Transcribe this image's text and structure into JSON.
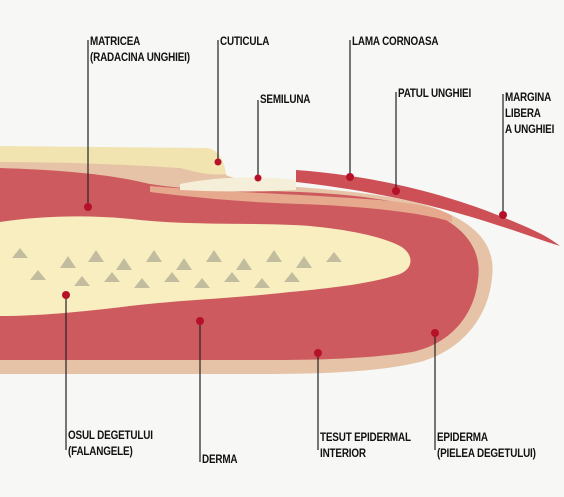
{
  "labels": {
    "matricea": {
      "line1": "MATRICEA",
      "line2": "(RADACINA UNGHIEI)"
    },
    "cuticula": "CUTICULA",
    "lama_cornoasa": "LAMA CORNOASA",
    "semiluna": "SEMILUNA",
    "patul_unghiei": "PATUL UNGHIEI",
    "margina_libera": {
      "line1": "MARGINA",
      "line2": "LIBERA",
      "line3": "A UNGHIEI"
    },
    "osul_degetului": {
      "line1": "OSUL DEGETULUI",
      "line2": "(FALANGELE)"
    },
    "derma": "DERMA",
    "tesut_epidermal": {
      "line1": "TESUT EPIDERMAL",
      "line2": "INTERIOR"
    },
    "epiderma": {
      "line1": "EPIDERMA",
      "line2": "(PIELEA DEGETULUI)"
    }
  },
  "colors": {
    "background": "#f7f7f5",
    "epidermis": "#e6c3a6",
    "dermis": "#cd5a5e",
    "bone": "#f8eec0",
    "bone_texture": "#b9b59a",
    "nail_plate": "#cc5055",
    "cuticle": "#f2e4b0",
    "pointer_line": "#222222",
    "pointer_dot": "#b5122a"
  }
}
